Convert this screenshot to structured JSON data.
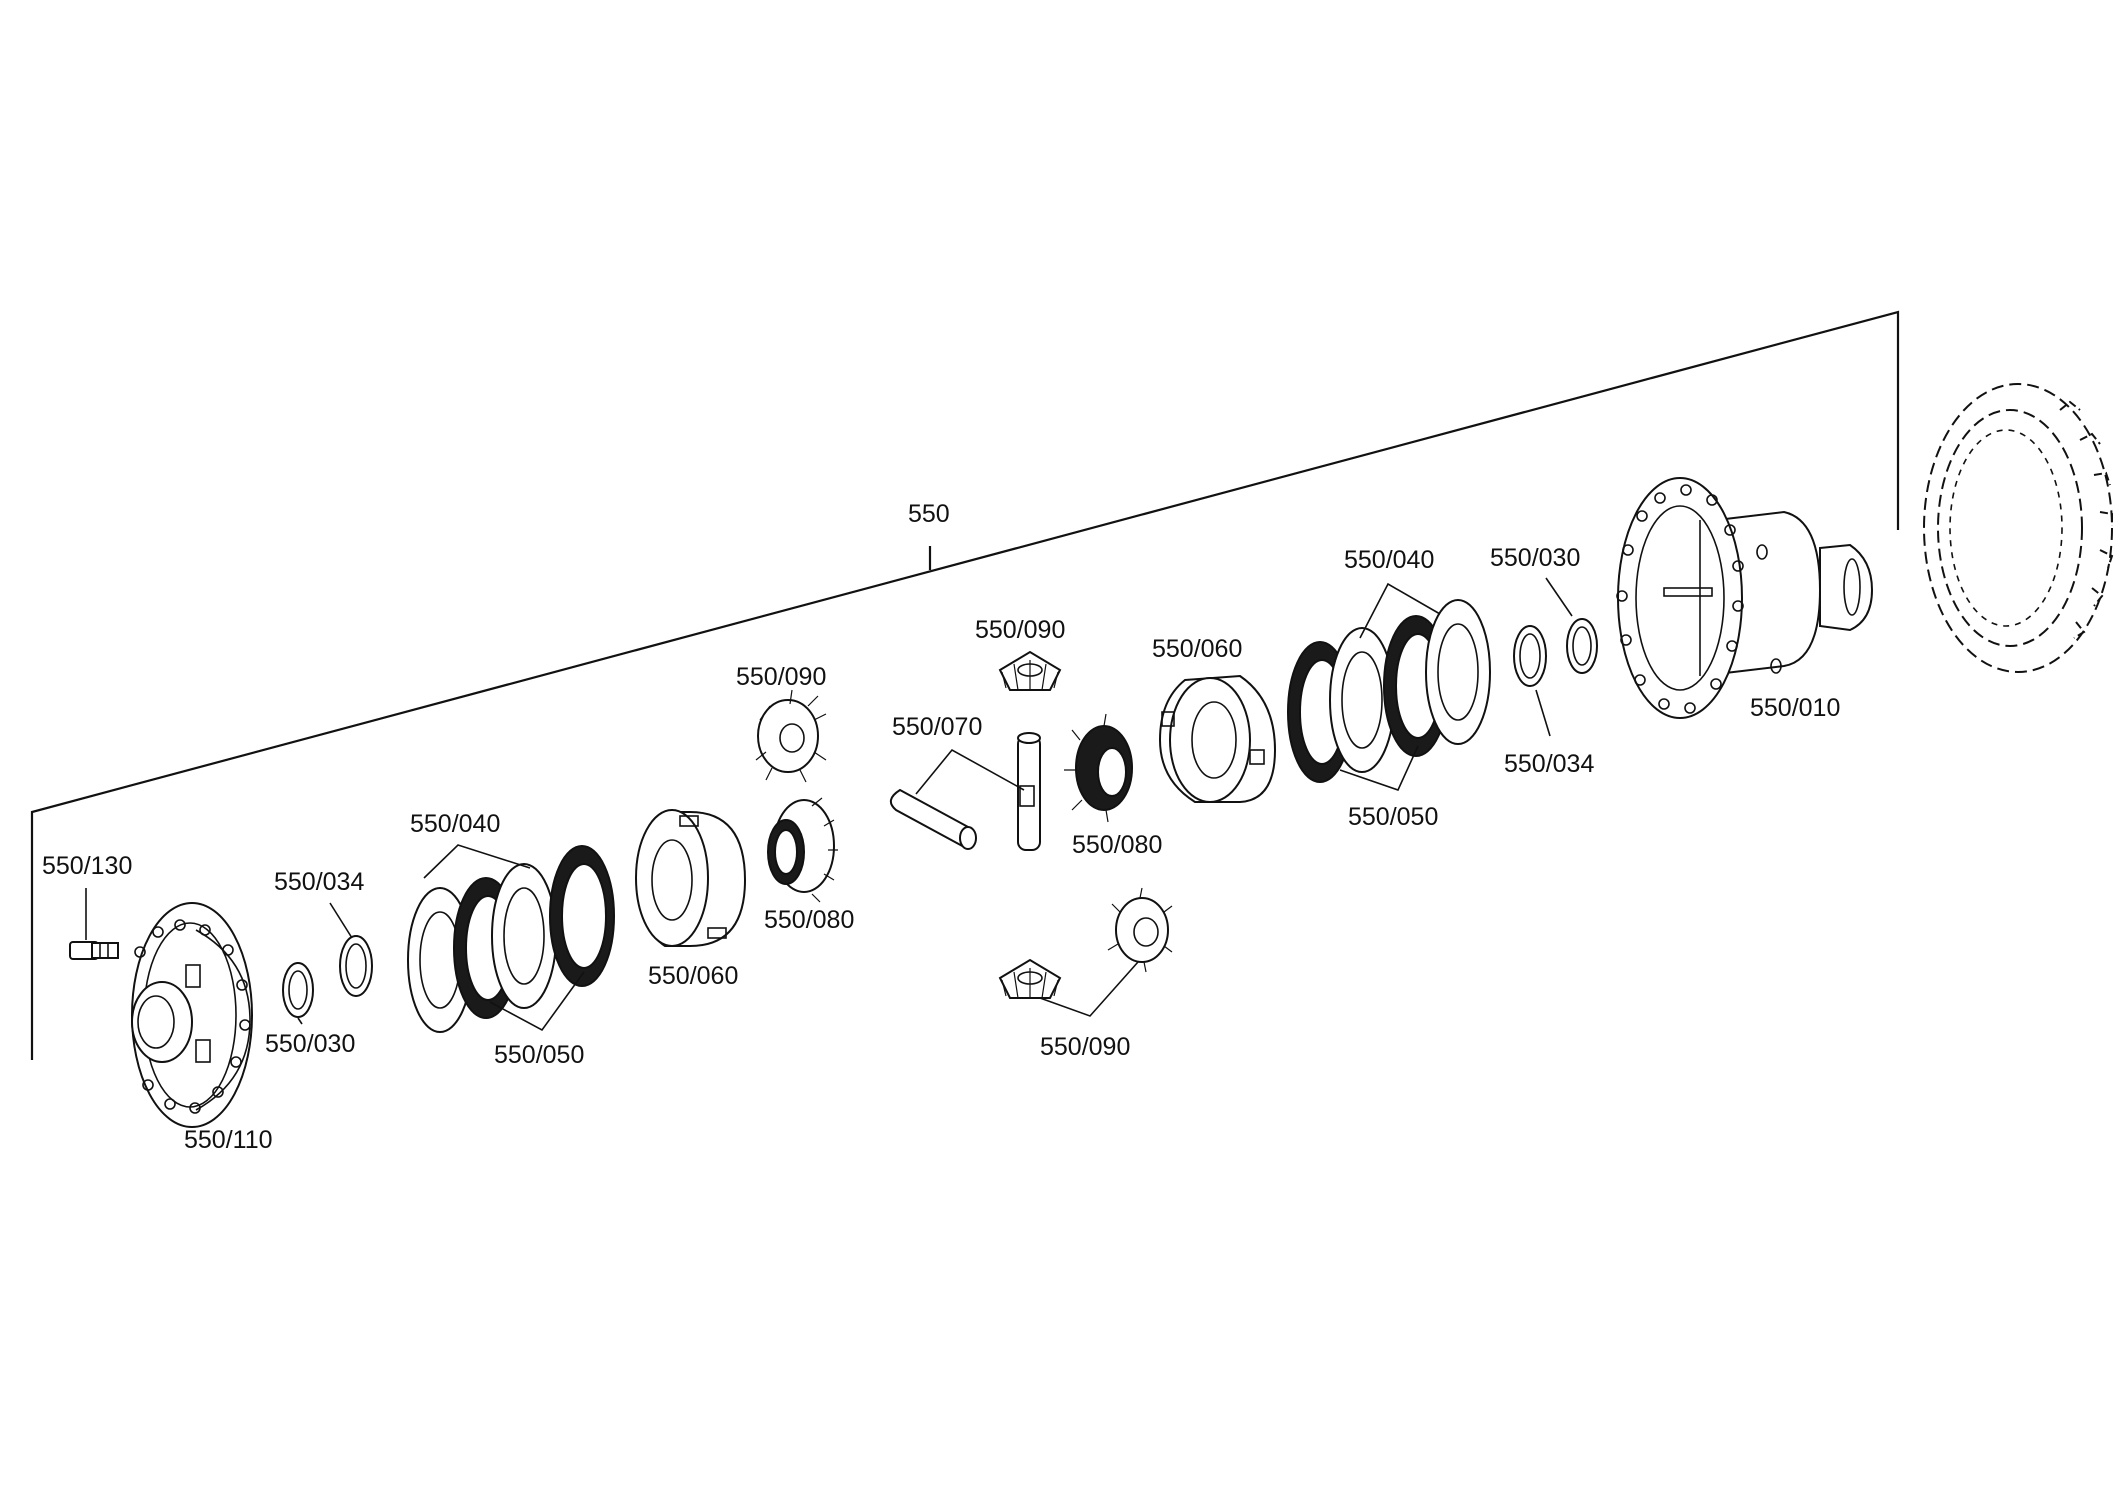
{
  "diagram": {
    "assembly_label": "550",
    "callouts": {
      "c130": "550/130",
      "c110": "550/110",
      "c034_left": "550/034",
      "c030_left": "550/030",
      "c040_left": "550/040",
      "c050_left": "550/050",
      "c060_left": "550/060",
      "c090_top_left": "550/090",
      "c080_left": "550/080",
      "c070": "550/070",
      "c090_top_center": "550/090",
      "c080_center": "550/080",
      "c060_right": "550/060",
      "c090_bottom": "550/090",
      "c040_right": "550/040",
      "c050_right": "550/050",
      "c030_right": "550/030",
      "c034_right": "550/034",
      "c010": "550/010"
    }
  }
}
